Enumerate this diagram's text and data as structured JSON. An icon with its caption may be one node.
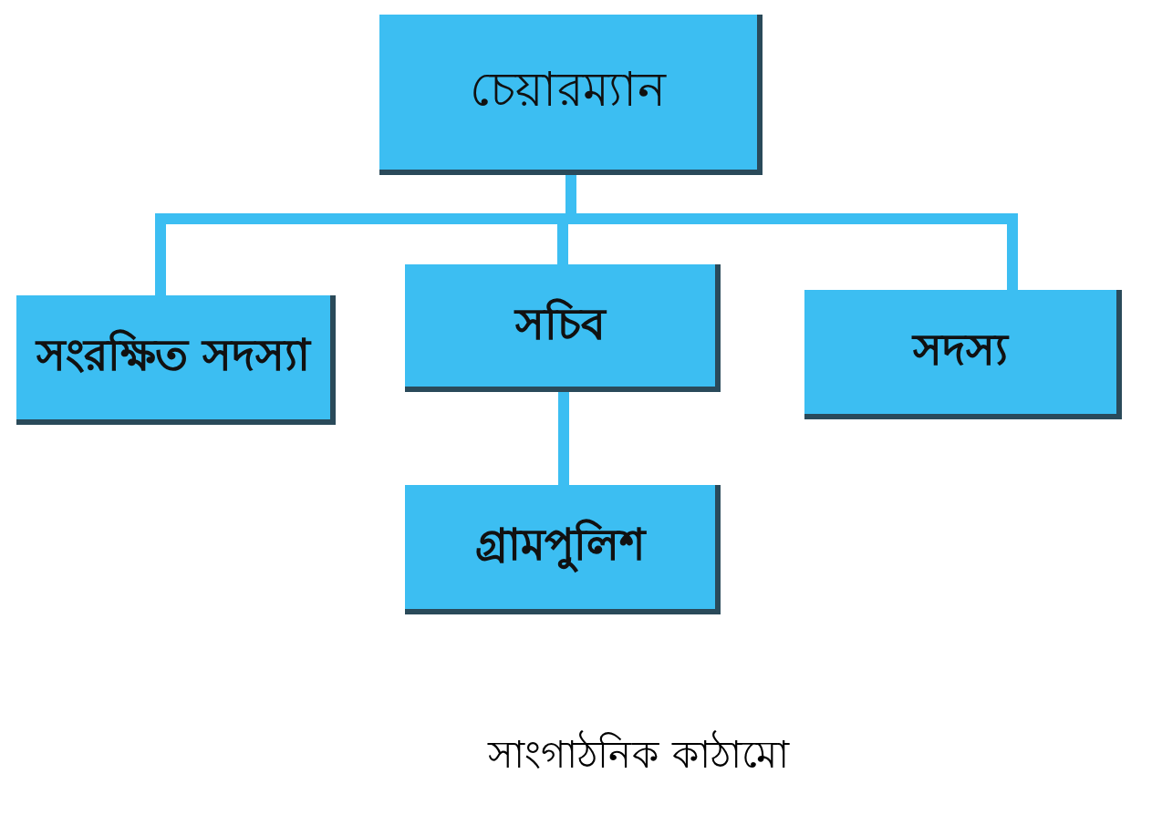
{
  "diagram": {
    "caption": "সাংগাঠনিক কাঠামো",
    "nodes": [
      {
        "text": [
          "চেয়ারম্যান"
        ]
      },
      {
        "text": [
          "সংরক্ষিত সদস্যা"
        ]
      },
      {
        "text": [
          "সচিব"
        ]
      },
      {
        "text": [
          "সদস্য"
        ]
      },
      {
        "text": [
          "গ্রামপুলিশ"
        ]
      }
    ],
    "edges": [
      {
        "from": 0,
        "to": 1,
        "arrow": "none"
      },
      {
        "from": 0,
        "to": 2,
        "arrow": "none"
      },
      {
        "from": 0,
        "to": 3,
        "arrow": "none"
      },
      {
        "from": 2,
        "to": 4,
        "arrow": "none"
      }
    ]
  }
}
